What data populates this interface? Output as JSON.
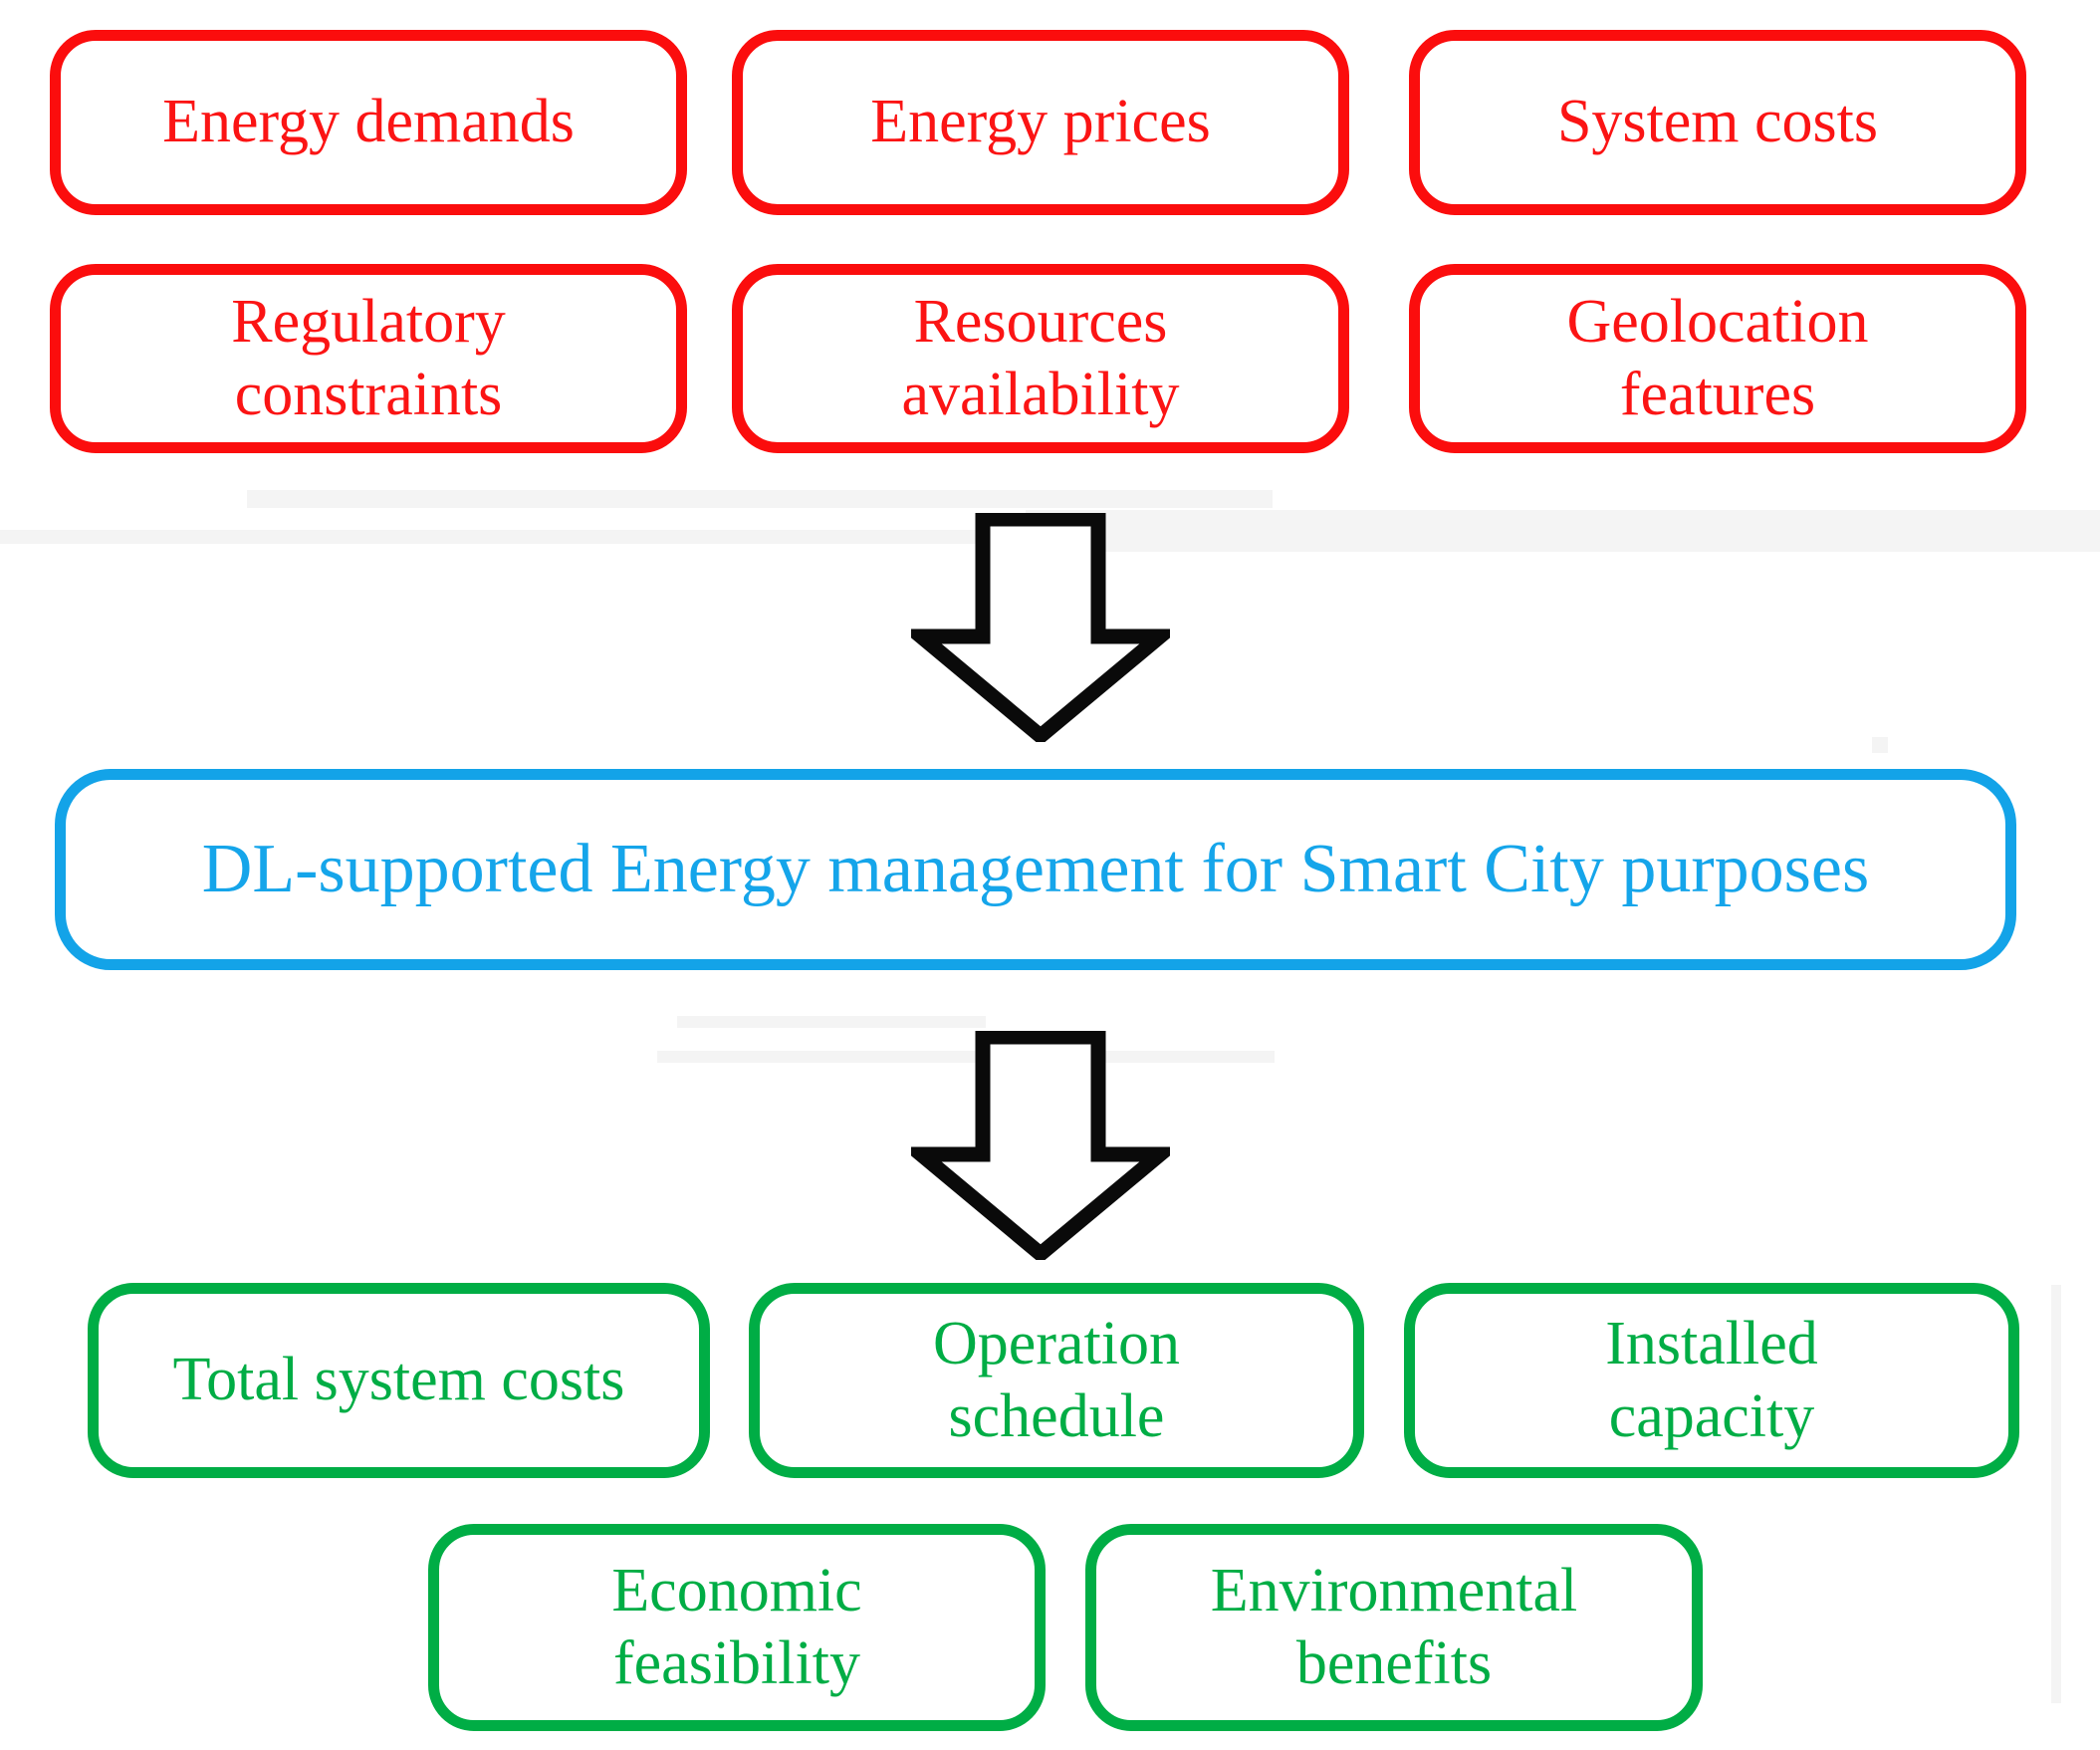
{
  "diagram": {
    "title": "DL-supported Energy management for Smart City flow diagram",
    "colors": {
      "inputs_border": "#fb0d0d",
      "inputs_text": "#fb1414",
      "process_border": "#13a3e8",
      "process_text": "#15a5ea",
      "outputs_border": "#00ad45",
      "outputs_text": "#00ad45",
      "arrow": "#000000",
      "background": "#ffffff"
    },
    "inputs": {
      "group_name": "inputs",
      "row1": [
        {
          "label": "Energy demands"
        },
        {
          "label": "Energy prices"
        },
        {
          "label": "System costs"
        }
      ],
      "row2": [
        {
          "label": "Regulatory\nconstraints"
        },
        {
          "label": "Resources\navailability"
        },
        {
          "label": "Geolocation\nfeatures"
        }
      ]
    },
    "arrows": [
      {
        "name": "arrow-inputs-to-process",
        "direction": "down",
        "style": "hollow-outline"
      },
      {
        "name": "arrow-process-to-outputs",
        "direction": "down",
        "style": "hollow-outline"
      }
    ],
    "process": {
      "label": "DL-supported Energy management for Smart City purposes"
    },
    "outputs": {
      "group_name": "outputs",
      "row1": [
        {
          "label": "Total system costs"
        },
        {
          "label": "Operation\nschedule"
        },
        {
          "label": "Installed\ncapacity"
        }
      ],
      "row2": [
        {
          "label": "Economic\nfeasibility"
        },
        {
          "label": "Environmental\nbenefits"
        }
      ]
    }
  }
}
